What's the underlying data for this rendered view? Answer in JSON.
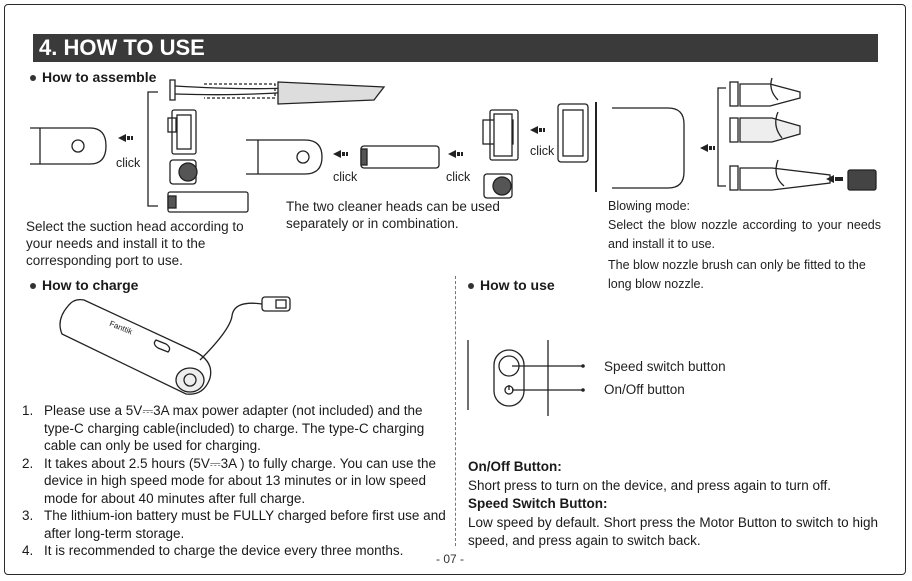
{
  "header": {
    "title": "4. HOW TO USE"
  },
  "assemble": {
    "heading": "How to assemble",
    "click1": "click",
    "click2": "click",
    "click3": "click",
    "click4": "click",
    "caption_left": "Select the suction head according to your needs and install it to the corresponding port to use.",
    "caption_mid": "The two cleaner heads can be used separately or in combination.",
    "blow_heading": "Blowing mode:",
    "blow_text1": "Select the blow nozzle according to your needs and install it to use.",
    "blow_text2": "The blow nozzle brush can only be fitted to the long blow nozzle."
  },
  "charge": {
    "heading": "How to charge",
    "device_brand": "Fanttik",
    "items": [
      {
        "num": "1.",
        "text": "Please use a 5V⎓3A max power adapter (not included) and the type-C charging cable(included) to charge. The type-C charging cable can only be used for charging."
      },
      {
        "num": "2.",
        "text": "It takes about 2.5 hours (5V⎓3A ) to fully charge. You can use the device in high speed mode for about 13 minutes or in low speed mode for about 40 minutes after full charge."
      },
      {
        "num": "3.",
        "text": "The lithium-ion battery must be FULLY charged before first use and after long-term storage."
      },
      {
        "num": "4.",
        "text": "It is recommended to charge the device every three months."
      }
    ]
  },
  "use": {
    "heading": "How to use",
    "speed_label": "Speed switch button",
    "onoff_label": "On/Off button",
    "onoff_title": "On/Off Button:",
    "onoff_text": "Short press to turn on the device, and press again to turn off.",
    "speed_title": "Speed Switch Button:",
    "speed_text": "Low speed by default. Short press the Motor Button to switch to high speed, and press again to switch back."
  },
  "footer": {
    "page": "- 07 -"
  }
}
